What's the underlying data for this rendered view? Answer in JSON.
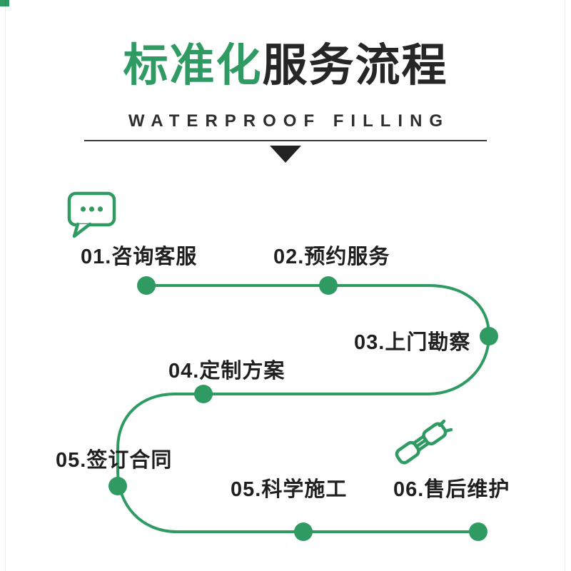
{
  "colors": {
    "green": "#2f9b62",
    "ink": "#1f1f1f",
    "line": "#3a3a3a"
  },
  "header": {
    "title_highlight": "标准化",
    "title_rest": "服务流程",
    "subtitle": "WATERPROOF FILLING"
  },
  "flow": {
    "steps": [
      {
        "label": "01.咨询客服"
      },
      {
        "label": "02.预约服务"
      },
      {
        "label": "03.上门勘察"
      },
      {
        "label": "04.定制方案"
      },
      {
        "label": "05.签订合同"
      },
      {
        "label": "05.科学施工"
      },
      {
        "label": "06.售后维护"
      }
    ],
    "icons": [
      {
        "name": "speech-bubble-icon"
      },
      {
        "name": "handshake-icon"
      }
    ]
  }
}
